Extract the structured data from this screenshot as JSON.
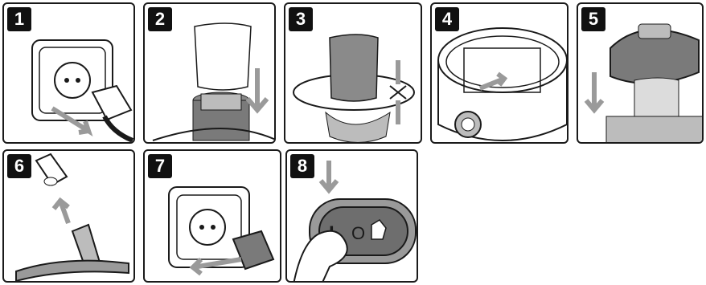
{
  "steps": [
    {
      "number": "1"
    },
    {
      "number": "2"
    },
    {
      "number": "3"
    },
    {
      "number": "4"
    },
    {
      "number": "5"
    },
    {
      "number": "6"
    },
    {
      "number": "7"
    },
    {
      "number": "8"
    }
  ],
  "colors": {
    "outline": "#1a1a1a",
    "arrow_gray": "#9a9a9a",
    "filter_gray": "#8a8a8a",
    "badge_bg": "#111111",
    "switch_body": "#6e6e6e"
  },
  "switch": {
    "on_symbol": "I",
    "off_symbol": "O"
  }
}
